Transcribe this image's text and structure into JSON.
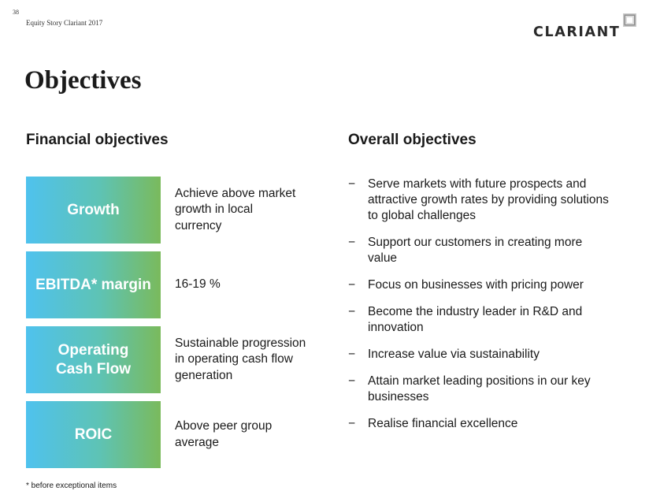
{
  "header": {
    "page_number": "38",
    "title": "Equity Story Clariant 2017",
    "logo_text": "CLARIANT"
  },
  "page_title": "Objectives",
  "financial": {
    "heading": "Financial objectives",
    "items": [
      {
        "label": "Growth",
        "description": "Achieve above market\ngrowth in local\ncurrency"
      },
      {
        "label": "EBITDA* margin",
        "description": "16-19 %"
      },
      {
        "label": "Operating\nCash Flow",
        "description": "Sustainable progression\nin operating cash flow\ngeneration"
      },
      {
        "label": "ROIC",
        "description": "Above peer group\naverage"
      }
    ]
  },
  "overall": {
    "heading": "Overall objectives",
    "bullet": "−",
    "items": [
      "Serve markets with future prospects and\nattractive growth rates by providing solutions\nto global challenges",
      "Support our customers in creating more\nvalue",
      "Focus on businesses with pricing power",
      "Become the industry leader in R&D and\ninnovation",
      "Increase value via sustainability",
      "Attain market leading positions in our key\nbusinesses",
      "Realise financial excellence"
    ]
  },
  "footnote": "* before exceptional items",
  "colors": {
    "tile_gradient_start": "#4fc2ee",
    "tile_gradient_end": "#7aba5c",
    "text": "#1a1a1a"
  }
}
